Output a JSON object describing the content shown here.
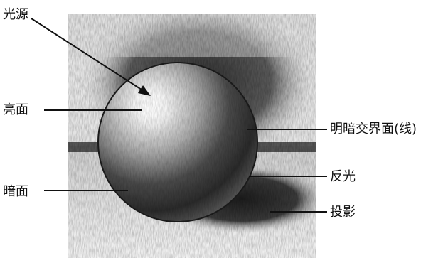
{
  "labels": {
    "light_source": "光源",
    "highlight": "亮面",
    "shadow_side": "暗面",
    "terminator": "明暗交界面(线)",
    "reflected_light": "反光",
    "cast_shadow": "投影"
  }
}
